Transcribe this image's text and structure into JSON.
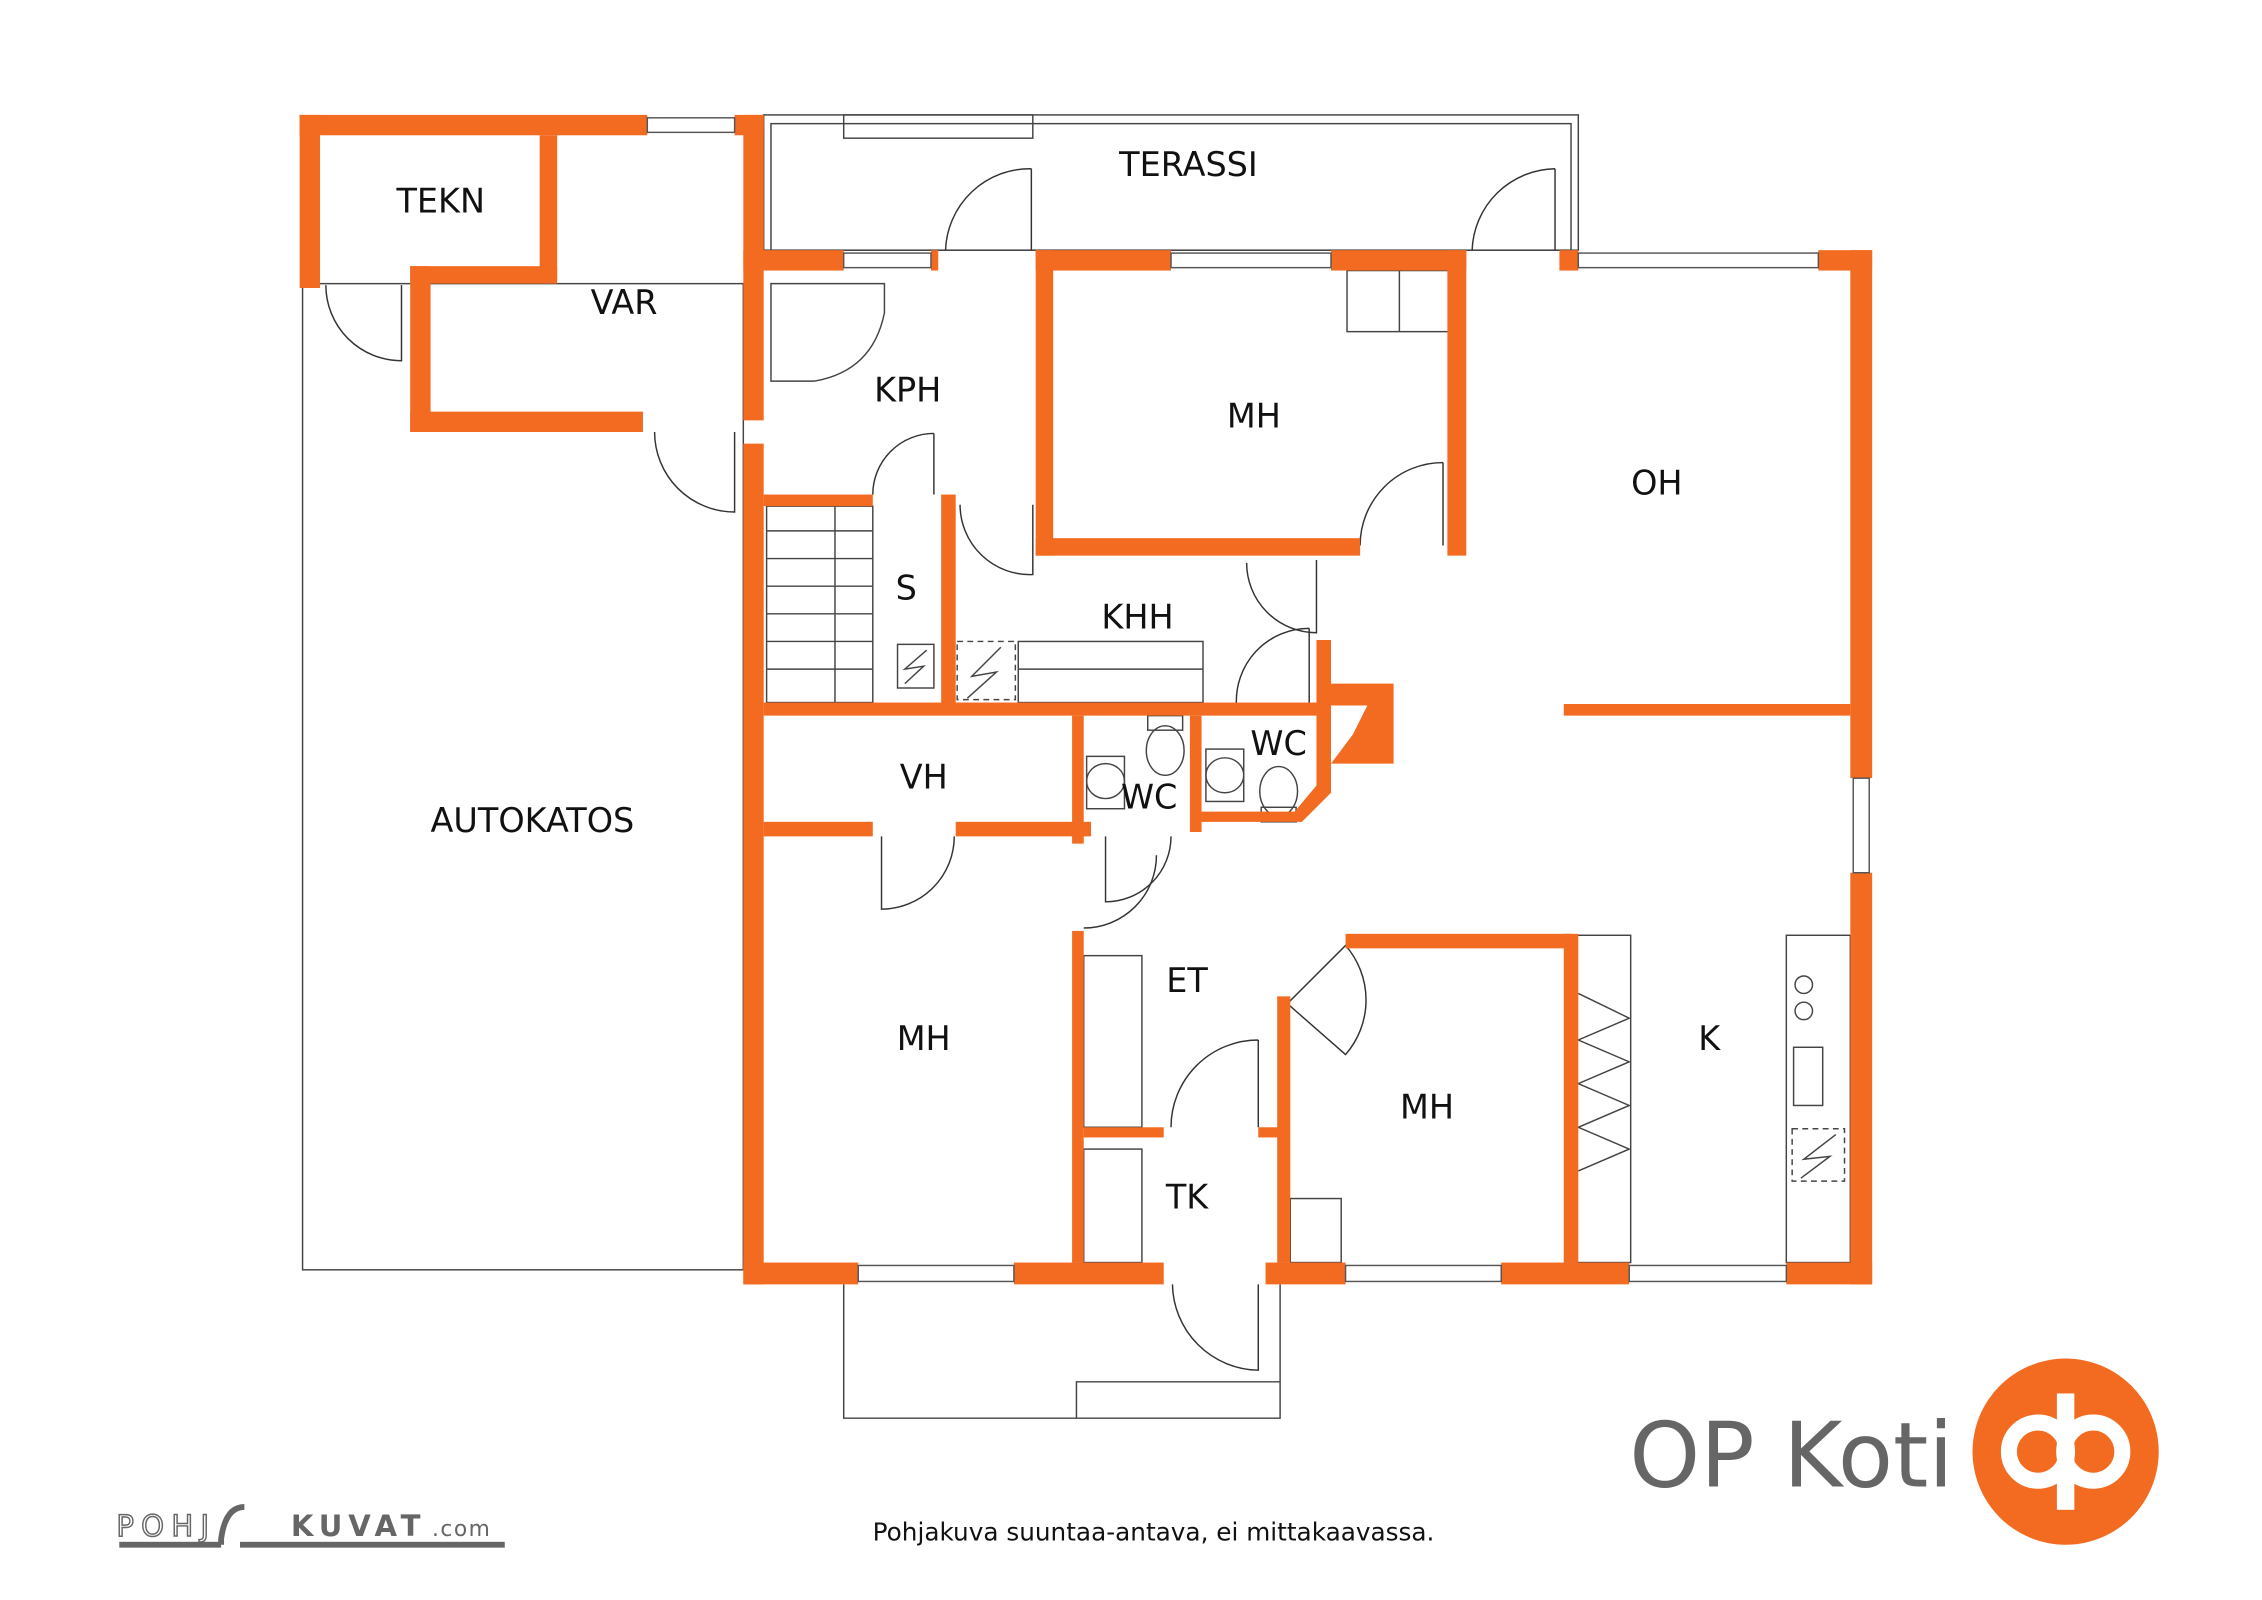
{
  "rooms": {
    "tekn": "TEKN",
    "var": "VAR",
    "terassi": "TERASSI",
    "kph": "KPH",
    "mh_top": "MH",
    "oh": "OH",
    "s": "S",
    "khh": "KHH",
    "vh": "VH",
    "wc1": "WC",
    "wc2": "WC",
    "autokatos": "AUTOKATOS",
    "mh_left": "MH",
    "et": "ET",
    "tk": "TK",
    "mh_right": "MH",
    "k": "K"
  },
  "footer": {
    "disclaimer": "Pohjakuva suuntaa-antava, ei mittakaavassa.",
    "pohjakuvat_logo": "POHJAKUVAT.com",
    "op_koti": "OP Koti"
  },
  "colors": {
    "wall": "#F26B21",
    "brand": "#F26B21",
    "logo_text": "#666666"
  }
}
